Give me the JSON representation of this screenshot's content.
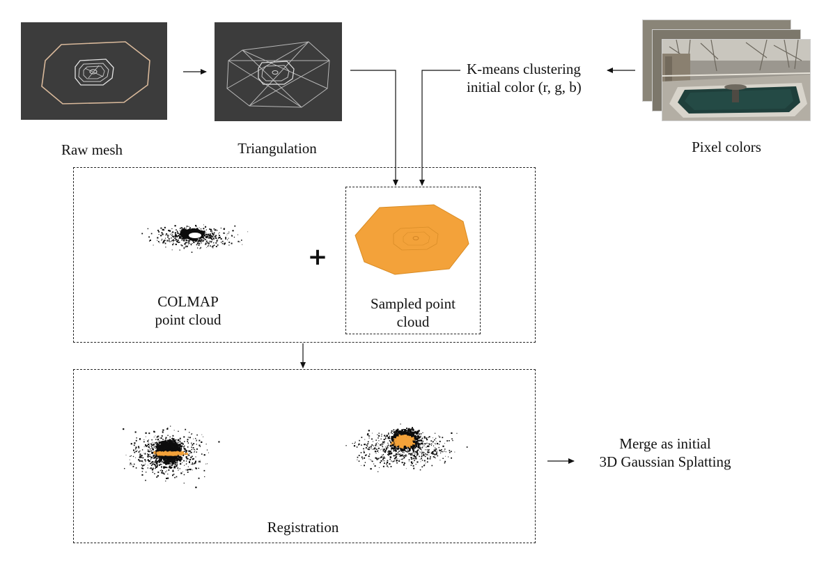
{
  "stages": {
    "raw_mesh": "Raw mesh",
    "triangulation": "Triangulation",
    "pixel_colors": "Pixel colors"
  },
  "clustering": {
    "line1": "K-means clustering",
    "line2": "initial color (r, g, b)"
  },
  "fusion": {
    "colmap_line1": "COLMAP",
    "colmap_line2": "point cloud",
    "sampled_line1": "Sampled point",
    "sampled_line2": "cloud",
    "plus": "+"
  },
  "registration": {
    "label": "Registration"
  },
  "output": {
    "line1": "Merge as initial",
    "line2": "3D Gaussian Splatting"
  },
  "colors": {
    "mesh_background": "#3c3c3c",
    "mesh_line": "#d9b99b",
    "point_cloud": "#0d0d0d",
    "sampled_cloud": "#f3a23a"
  }
}
